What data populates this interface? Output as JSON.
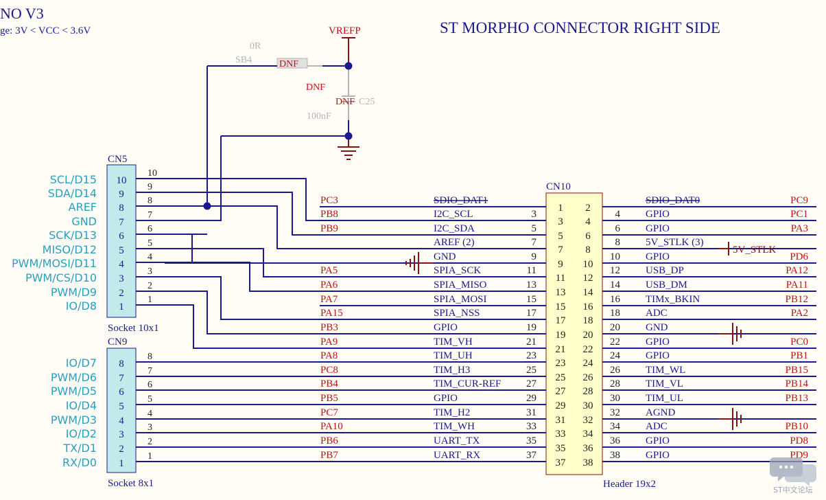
{
  "header": {
    "board_title": "NO V3",
    "voltage_note": "ge: 3V < VCC < 3.6V",
    "connector_title": "ST MORPHO CONNECTOR RIGHT SIDE"
  },
  "vref": {
    "net": "VREFP",
    "resistor_value": "0R",
    "resistor_ref": "SB4",
    "resistor_dnf": "DNF",
    "cap_dnf_1": "DNF",
    "cap_dnf_2": "DNF",
    "cap_ref": "C25",
    "cap_value": "100nF"
  },
  "cn5": {
    "ref": "CN5",
    "footprint": "Socket 10x1",
    "pin_numbers": [
      "10",
      "9",
      "8",
      "7",
      "6",
      "5",
      "4",
      "3",
      "2",
      "1"
    ],
    "signals": [
      "SCL/D15",
      "SDA/D14",
      "AREF",
      "GND",
      "SCK/D13",
      "MISO/D12",
      "PWM/MOSI/D11",
      "PWM/CS/D10",
      "PWM/D9",
      "IO/D8"
    ]
  },
  "cn9": {
    "ref": "CN9",
    "footprint": "Socket 8x1",
    "pin_numbers": [
      "8",
      "7",
      "6",
      "5",
      "4",
      "3",
      "2",
      "1"
    ],
    "signals": [
      "IO/D7",
      "PWM/D6",
      "PWM/D5",
      "IO/D4",
      "PWM/D3",
      "IO/D2",
      "TX/D1",
      "RX/D0"
    ]
  },
  "cn10": {
    "ref": "CN10",
    "footprint": "Header 19x2",
    "left_rows": [
      {
        "port": "PC3",
        "func": "SDIO_DAT1",
        "num": "",
        "strike": true
      },
      {
        "port": "PB8",
        "func": "I2C_SCL",
        "num": "3",
        "strike": false
      },
      {
        "port": "PB9",
        "func": "I2C_SDA",
        "num": "5",
        "strike": false
      },
      {
        "port": "",
        "func": "AREF (2)",
        "num": "7",
        "strike": false
      },
      {
        "port": "",
        "func": "GND",
        "num": "9",
        "strike": false
      },
      {
        "port": "PA5",
        "func": "SPIA_SCK",
        "num": "11",
        "strike": false
      },
      {
        "port": "PA6",
        "func": "SPIA_MISO",
        "num": "13",
        "strike": false
      },
      {
        "port": "PA7",
        "func": "SPIA_MOSI",
        "num": "15",
        "strike": false
      },
      {
        "port": "PA15",
        "func": "SPIA_NSS",
        "num": "17",
        "strike": false
      },
      {
        "port": "PB3",
        "func": "GPIO",
        "num": "19",
        "strike": false
      },
      {
        "port": "PA9",
        "func": "TIM_VH",
        "num": "21",
        "strike": false
      },
      {
        "port": "PA8",
        "func": "TIM_UH",
        "num": "23",
        "strike": false
      },
      {
        "port": "PC8",
        "func": "TIM_H3",
        "num": "25",
        "strike": false
      },
      {
        "port": "PB4",
        "func": "TIM_CUR-REF",
        "num": "27",
        "strike": false
      },
      {
        "port": "PB5",
        "func": "GPIO",
        "num": "29",
        "strike": false
      },
      {
        "port": "PC7",
        "func": "TIM_H2",
        "num": "31",
        "strike": false
      },
      {
        "port": "PA10",
        "func": "TIM_WH",
        "num": "33",
        "strike": false
      },
      {
        "port": "PB6",
        "func": "UART_TX",
        "num": "35",
        "strike": false
      },
      {
        "port": "PB7",
        "func": "UART_RX",
        "num": "37",
        "strike": false
      }
    ],
    "right_rows": [
      {
        "port": "PC9",
        "func": "SDIO_DAT0",
        "num": "",
        "strike": true
      },
      {
        "port": "PC1",
        "func": "GPIO",
        "num": "4",
        "strike": false
      },
      {
        "port": "PA3",
        "func": "GPIO",
        "num": "6",
        "strike": false
      },
      {
        "port": "",
        "func": "5V_STLK (3)",
        "num": "8",
        "strike": false
      },
      {
        "port": "PD6",
        "func": "GPIO",
        "num": "10",
        "strike": false
      },
      {
        "port": "PA12",
        "func": "USB_DP",
        "num": "12",
        "strike": false
      },
      {
        "port": "PA11",
        "func": "USB_DM",
        "num": "14",
        "strike": false
      },
      {
        "port": "PB12",
        "func": "TIMx_BKIN",
        "num": "16",
        "strike": false
      },
      {
        "port": "PA2",
        "func": "ADC",
        "num": "18",
        "strike": false
      },
      {
        "port": "",
        "func": "GND",
        "num": "20",
        "strike": false
      },
      {
        "port": "PC0",
        "func": "GPIO",
        "num": "22",
        "strike": false
      },
      {
        "port": "PB1",
        "func": "GPIO",
        "num": "24",
        "strike": false
      },
      {
        "port": "PB15",
        "func": "TIM_WL",
        "num": "26",
        "strike": false
      },
      {
        "port": "PB14",
        "func": "TIM_VL",
        "num": "28",
        "strike": false
      },
      {
        "port": "PB13",
        "func": "TIM_UL",
        "num": "30",
        "strike": false
      },
      {
        "port": "",
        "func": "AGND",
        "num": "32",
        "strike": false
      },
      {
        "port": "PB10",
        "func": "ADC",
        "num": "34",
        "strike": false
      },
      {
        "port": "PD8",
        "func": "GPIO",
        "num": "36",
        "strike": false
      },
      {
        "port": "PD9",
        "func": "GPIO",
        "num": "38",
        "strike": false
      }
    ],
    "body_left_nums": [
      "1",
      "3",
      "5",
      "7",
      "9",
      "11",
      "13",
      "15",
      "17",
      "19",
      "21",
      "23",
      "25",
      "27",
      "29",
      "31",
      "33",
      "35",
      "37"
    ],
    "body_right_nums": [
      "2",
      "4",
      "6",
      "8",
      "10",
      "12",
      "14",
      "16",
      "18",
      "20",
      "22",
      "24",
      "26",
      "28",
      "30",
      "32",
      "34",
      "36",
      "38"
    ],
    "stlk_net": "5V_STLK"
  },
  "watermark": {
    "text": "ST中文论坛"
  },
  "colors": {
    "wire": "#1a1a8c",
    "red": "#c01010",
    "dark_red": "#8a1010",
    "cyan": "#2a9fc0",
    "box_fill": "#c2eaea",
    "body_fill": "#ffffcc",
    "grey": "#b5b5b5",
    "dot": "#1a1a8c"
  }
}
